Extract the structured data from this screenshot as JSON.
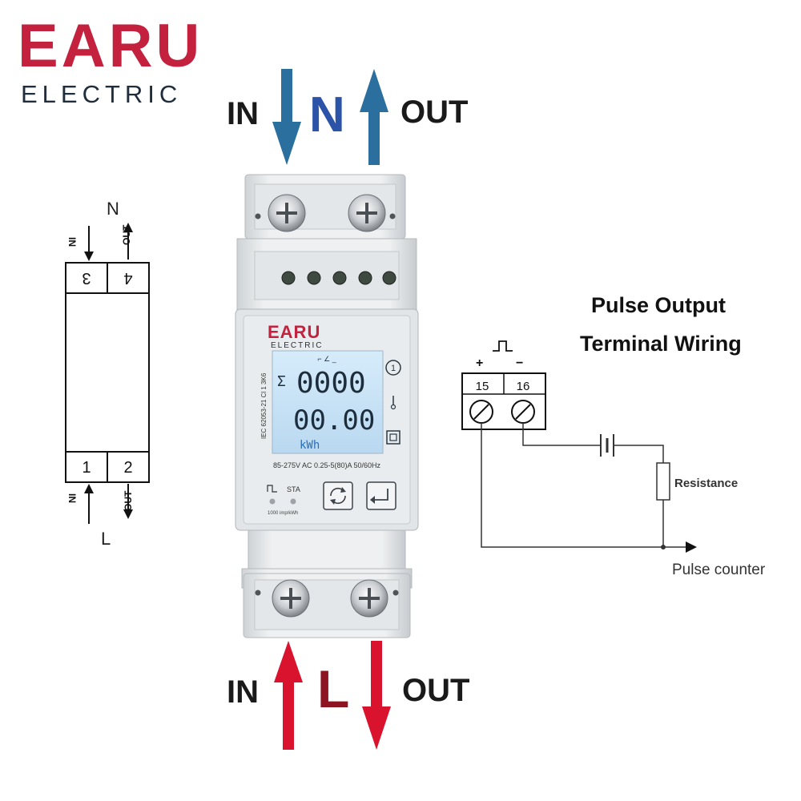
{
  "brand": {
    "name": "EARU",
    "subname": "ELECTRIC",
    "color": "#c4213f",
    "sub_color": "#1f2d3d"
  },
  "neutral": {
    "conductor": "N",
    "in_label": "IN",
    "out_label": "OUT",
    "color": "#2a6f9e",
    "letter_color": "#2b54a8"
  },
  "live": {
    "conductor": "L",
    "in_label": "IN",
    "out_label": "OUT",
    "color": "#d9122e",
    "letter_color": "#8e1424"
  },
  "terminal_diagram": {
    "top_conductor": "N",
    "bottom_conductor": "L",
    "in_label": "IN",
    "out_label": "OUT",
    "terminal_3": "3",
    "terminal_4": "4",
    "terminal_1": "1",
    "terminal_2": "2"
  },
  "meter": {
    "brand": "EARU",
    "subbrand": "ELECTRIC",
    "side_text": "IEC 62053-21  Cl 1  3K6",
    "sigma": "Σ",
    "reading_top": "0000",
    "reading_bottom": "00.00",
    "unit": "kWh",
    "rating": "85-275V AC  0.25-5(80)A  50/60Hz",
    "sta_label": "STA",
    "pulse_constant": "1000 imp/kWh",
    "lcd_color": "#c9e3f6"
  },
  "pulse_wiring": {
    "title_line1": "Pulse Output",
    "title_line2": "Terminal Wiring",
    "plus": "+",
    "minus": "−",
    "terminal_15": "15",
    "terminal_16": "16",
    "resistance_label": "Resistance",
    "counter_label": "Pulse counter"
  }
}
